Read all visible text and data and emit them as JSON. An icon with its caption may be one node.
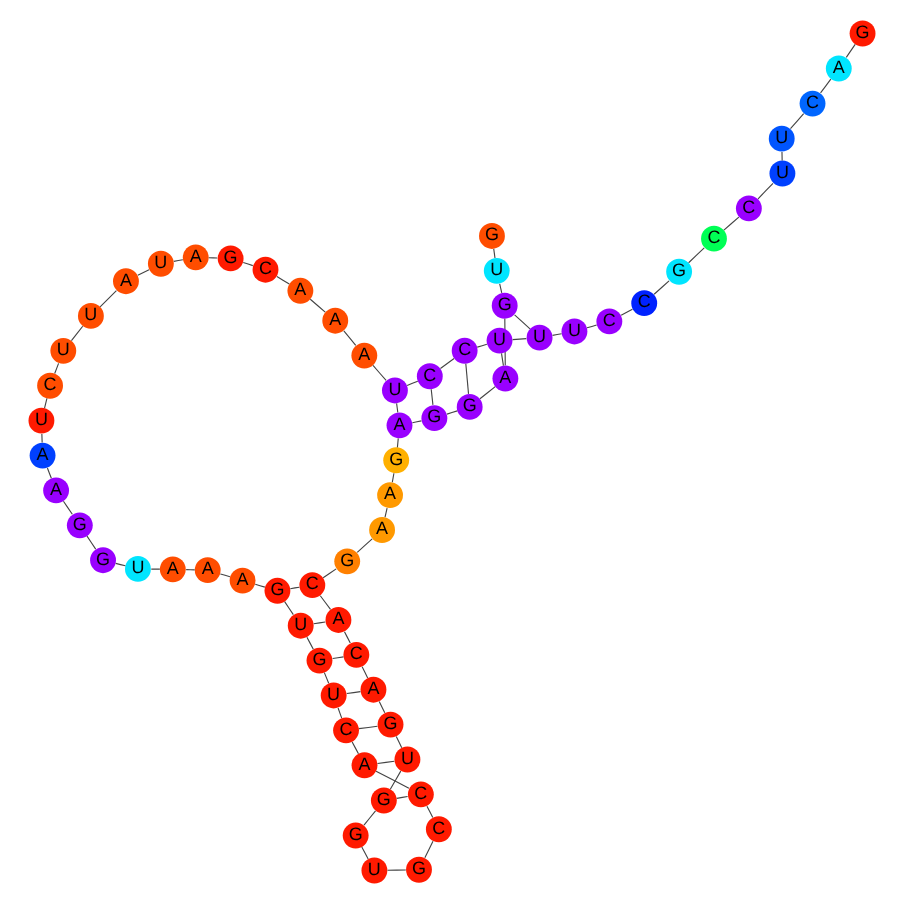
{
  "diagram": {
    "nodes": [
      {
        "text": [
          "G"
        ]
      },
      {
        "text": [
          "U"
        ]
      },
      {
        "text": [
          "G"
        ]
      },
      {
        "text": [
          "A"
        ]
      },
      {
        "text": [
          "G"
        ]
      },
      {
        "text": [
          "G"
        ]
      },
      {
        "text": [
          "A"
        ]
      },
      {
        "text": [
          "G"
        ]
      },
      {
        "text": [
          "A"
        ]
      },
      {
        "text": [
          "A"
        ]
      },
      {
        "text": [
          "G"
        ]
      },
      {
        "text": [
          "C"
        ]
      },
      {
        "text": [
          "A"
        ]
      },
      {
        "text": [
          "C"
        ]
      },
      {
        "text": [
          "A"
        ]
      },
      {
        "text": [
          "G"
        ]
      },
      {
        "text": [
          "U"
        ]
      },
      {
        "text": [
          "G"
        ]
      },
      {
        "text": [
          "G"
        ]
      },
      {
        "text": [
          "U"
        ]
      },
      {
        "text": [
          "G"
        ]
      },
      {
        "text": [
          "C"
        ]
      },
      {
        "text": [
          "C"
        ]
      },
      {
        "text": [
          "A"
        ]
      },
      {
        "text": [
          "C"
        ]
      },
      {
        "text": [
          "U"
        ]
      },
      {
        "text": [
          "G"
        ]
      },
      {
        "text": [
          "U"
        ]
      },
      {
        "text": [
          "G"
        ]
      },
      {
        "text": [
          "A"
        ]
      },
      {
        "text": [
          "A"
        ]
      },
      {
        "text": [
          "A"
        ]
      },
      {
        "text": [
          "U"
        ]
      },
      {
        "text": [
          "G"
        ]
      },
      {
        "text": [
          "G"
        ]
      },
      {
        "text": [
          "A"
        ]
      },
      {
        "text": [
          "A"
        ]
      },
      {
        "text": [
          "U"
        ]
      },
      {
        "text": [
          "C"
        ]
      },
      {
        "text": [
          "U"
        ]
      },
      {
        "text": [
          "U"
        ]
      },
      {
        "text": [
          "A"
        ]
      },
      {
        "text": [
          "U"
        ]
      },
      {
        "text": [
          "A"
        ]
      },
      {
        "text": [
          "G"
        ]
      },
      {
        "text": [
          "C"
        ]
      },
      {
        "text": [
          "A"
        ]
      },
      {
        "text": [
          "A"
        ]
      },
      {
        "text": [
          "A"
        ]
      },
      {
        "text": [
          "U"
        ]
      },
      {
        "text": [
          "C"
        ]
      },
      {
        "text": [
          "C"
        ]
      },
      {
        "text": [
          "U"
        ]
      },
      {
        "text": [
          "U"
        ]
      },
      {
        "text": [
          "U"
        ]
      },
      {
        "text": [
          "C"
        ]
      },
      {
        "text": [
          "C"
        ]
      },
      {
        "text": [
          "G"
        ]
      },
      {
        "text": [
          "C"
        ]
      },
      {
        "text": [
          "C"
        ]
      },
      {
        "text": [
          "U"
        ]
      },
      {
        "text": [
          "U"
        ]
      },
      {
        "text": [
          "C"
        ]
      },
      {
        "text": [
          "A"
        ]
      },
      {
        "text": [
          "G"
        ]
      }
    ],
    "edges": [
      {
        "from": 0,
        "to": 1,
        "arrow": "none"
      },
      {
        "from": 1,
        "to": 2,
        "arrow": "none"
      },
      {
        "from": 2,
        "to": 3,
        "arrow": "none"
      },
      {
        "from": 3,
        "to": 4,
        "arrow": "none"
      },
      {
        "from": 4,
        "to": 5,
        "arrow": "none"
      },
      {
        "from": 5,
        "to": 6,
        "arrow": "none"
      },
      {
        "from": 6,
        "to": 7,
        "arrow": "none"
      },
      {
        "from": 7,
        "to": 8,
        "arrow": "none"
      },
      {
        "from": 8,
        "to": 9,
        "arrow": "none"
      },
      {
        "from": 9,
        "to": 10,
        "arrow": "none"
      },
      {
        "from": 10,
        "to": 11,
        "arrow": "none"
      },
      {
        "from": 11,
        "to": 12,
        "arrow": "none"
      },
      {
        "from": 12,
        "to": 13,
        "arrow": "none"
      },
      {
        "from": 13,
        "to": 14,
        "arrow": "none"
      },
      {
        "from": 14,
        "to": 15,
        "arrow": "none"
      },
      {
        "from": 15,
        "to": 16,
        "arrow": "none"
      },
      {
        "from": 16,
        "to": 17,
        "arrow": "none"
      },
      {
        "from": 17,
        "to": 18,
        "arrow": "none"
      },
      {
        "from": 18,
        "to": 19,
        "arrow": "none"
      },
      {
        "from": 19,
        "to": 20,
        "arrow": "none"
      },
      {
        "from": 20,
        "to": 21,
        "arrow": "none"
      },
      {
        "from": 21,
        "to": 22,
        "arrow": "none"
      },
      {
        "from": 22,
        "to": 23,
        "arrow": "none"
      },
      {
        "from": 23,
        "to": 24,
        "arrow": "none"
      },
      {
        "from": 24,
        "to": 25,
        "arrow": "none"
      },
      {
        "from": 25,
        "to": 26,
        "arrow": "none"
      },
      {
        "from": 26,
        "to": 27,
        "arrow": "none"
      },
      {
        "from": 27,
        "to": 28,
        "arrow": "none"
      },
      {
        "from": 28,
        "to": 29,
        "arrow": "none"
      },
      {
        "from": 29,
        "to": 30,
        "arrow": "none"
      },
      {
        "from": 30,
        "to": 31,
        "arrow": "none"
      },
      {
        "from": 31,
        "to": 32,
        "arrow": "none"
      },
      {
        "from": 32,
        "to": 33,
        "arrow": "none"
      },
      {
        "from": 33,
        "to": 34,
        "arrow": "none"
      },
      {
        "from": 34,
        "to": 35,
        "arrow": "none"
      },
      {
        "from": 35,
        "to": 36,
        "arrow": "none"
      },
      {
        "from": 36,
        "to": 37,
        "arrow": "none"
      },
      {
        "from": 37,
        "to": 38,
        "arrow": "none"
      },
      {
        "from": 38,
        "to": 39,
        "arrow": "none"
      },
      {
        "from": 39,
        "to": 40,
        "arrow": "none"
      },
      {
        "from": 40,
        "to": 41,
        "arrow": "none"
      },
      {
        "from": 41,
        "to": 42,
        "arrow": "none"
      },
      {
        "from": 42,
        "to": 43,
        "arrow": "none"
      },
      {
        "from": 43,
        "to": 44,
        "arrow": "none"
      },
      {
        "from": 44,
        "to": 45,
        "arrow": "none"
      },
      {
        "from": 45,
        "to": 46,
        "arrow": "none"
      },
      {
        "from": 46,
        "to": 47,
        "arrow": "none"
      },
      {
        "from": 47,
        "to": 48,
        "arrow": "none"
      },
      {
        "from": 48,
        "to": 49,
        "arrow": "none"
      },
      {
        "from": 49,
        "to": 50,
        "arrow": "none"
      },
      {
        "from": 50,
        "to": 51,
        "arrow": "none"
      },
      {
        "from": 51,
        "to": 52,
        "arrow": "none"
      },
      {
        "from": 52,
        "to": 53,
        "arrow": "none"
      },
      {
        "from": 53,
        "to": 54,
        "arrow": "none"
      },
      {
        "from": 54,
        "to": 55,
        "arrow": "none"
      },
      {
        "from": 55,
        "to": 56,
        "arrow": "none"
      },
      {
        "from": 56,
        "to": 57,
        "arrow": "none"
      },
      {
        "from": 57,
        "to": 58,
        "arrow": "none"
      },
      {
        "from": 58,
        "to": 59,
        "arrow": "none"
      },
      {
        "from": 59,
        "to": 60,
        "arrow": "none"
      },
      {
        "from": 60,
        "to": 61,
        "arrow": "none"
      },
      {
        "from": 61,
        "to": 62,
        "arrow": "none"
      },
      {
        "from": 62,
        "to": 63,
        "arrow": "none"
      },
      {
        "from": 63,
        "to": 64,
        "arrow": "none"
      },
      {
        "from": 2,
        "to": 53,
        "arrow": "none"
      },
      {
        "from": 3,
        "to": 52,
        "arrow": "none"
      },
      {
        "from": 4,
        "to": 51,
        "arrow": "none"
      },
      {
        "from": 5,
        "to": 50,
        "arrow": "none"
      },
      {
        "from": 6,
        "to": 49,
        "arrow": "none"
      },
      {
        "from": 11,
        "to": 28,
        "arrow": "none"
      },
      {
        "from": 12,
        "to": 27,
        "arrow": "none"
      },
      {
        "from": 13,
        "to": 26,
        "arrow": "none"
      },
      {
        "from": 14,
        "to": 25,
        "arrow": "none"
      },
      {
        "from": 15,
        "to": 24,
        "arrow": "none"
      },
      {
        "from": 16,
        "to": 23,
        "arrow": "none"
      },
      {
        "from": 17,
        "to": 22,
        "arrow": "none"
      }
    ]
  }
}
